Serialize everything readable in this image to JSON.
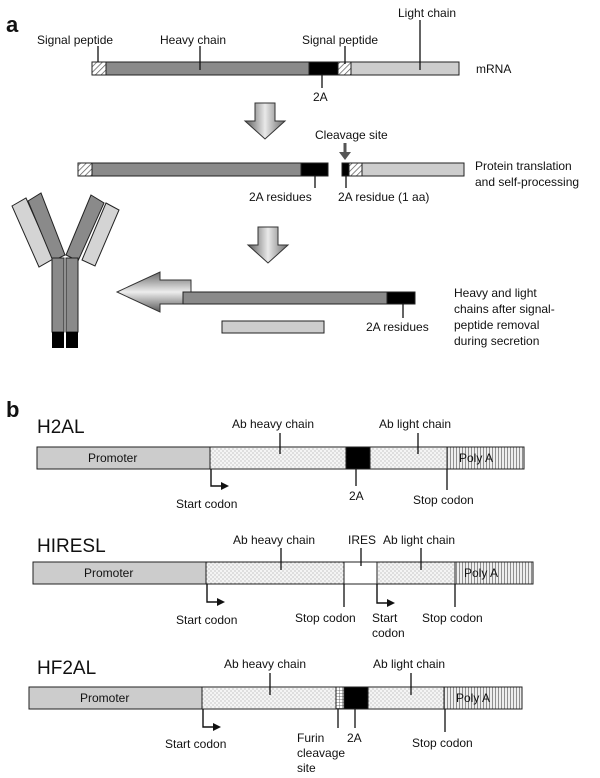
{
  "panel_a": {
    "letter": "a",
    "labels": {
      "signal_peptide_1": "Signal peptide",
      "heavy_chain": "Heavy chain",
      "signal_peptide_2": "Signal peptide",
      "light_chain": "Light chain",
      "mrna": "mRNA",
      "two_a": "2A",
      "cleavage_site": "Cleavage site",
      "translation_1": "Protein translation",
      "translation_2": "and self-processing",
      "two_a_residues": "2A residues",
      "two_a_residue_one": "2A residue (1 aa)",
      "secretion_1": "Heavy and light",
      "secretion_2": "chains after signal-",
      "secretion_3": "peptide removal",
      "secretion_4": "during secretion",
      "two_a_residues_2": "2A residues"
    }
  },
  "panel_b": {
    "letter": "b",
    "constructs": [
      {
        "name": "H2AL",
        "labels": {
          "promoter": "Promoter",
          "heavy": "Ab heavy chain",
          "light": "Ab light chain",
          "polya": "Poly A",
          "start": "Start codon",
          "two_a": "2A",
          "stop": "Stop codon"
        }
      },
      {
        "name": "HIRESL",
        "labels": {
          "promoter": "Promoter",
          "heavy": "Ab heavy chain",
          "ires": "IRES",
          "light": "Ab light chain",
          "polya": "Poly A",
          "start": "Start codon",
          "stop1": "Stop codon",
          "start2_1": "Start",
          "start2_2": "codon",
          "stop2": "Stop codon"
        }
      },
      {
        "name": "HF2AL",
        "labels": {
          "promoter": "Promoter",
          "heavy": "Ab heavy chain",
          "light": "Ab light chain",
          "polya": "Poly A",
          "start": "Start codon",
          "furin_1": "Furin",
          "furin_2": "cleavage",
          "furin_3": "site",
          "two_a": "2A",
          "stop": "Stop codon"
        }
      }
    ]
  }
}
